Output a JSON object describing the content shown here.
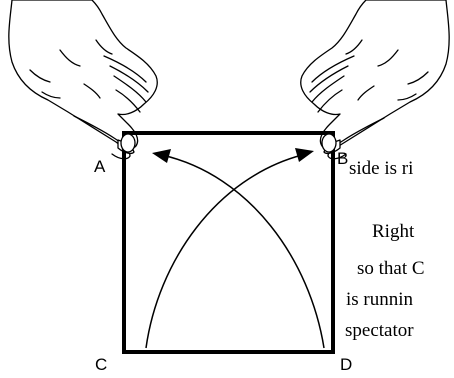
{
  "diagram": {
    "corner_labels": {
      "a": "A",
      "b": "B",
      "c": "C",
      "d": "D"
    },
    "text_lines": [
      "side is ri",
      "Right",
      "so that C",
      "is runnin",
      "spectator"
    ],
    "colors": {
      "ink": "#000000",
      "background": "#ffffff"
    }
  }
}
